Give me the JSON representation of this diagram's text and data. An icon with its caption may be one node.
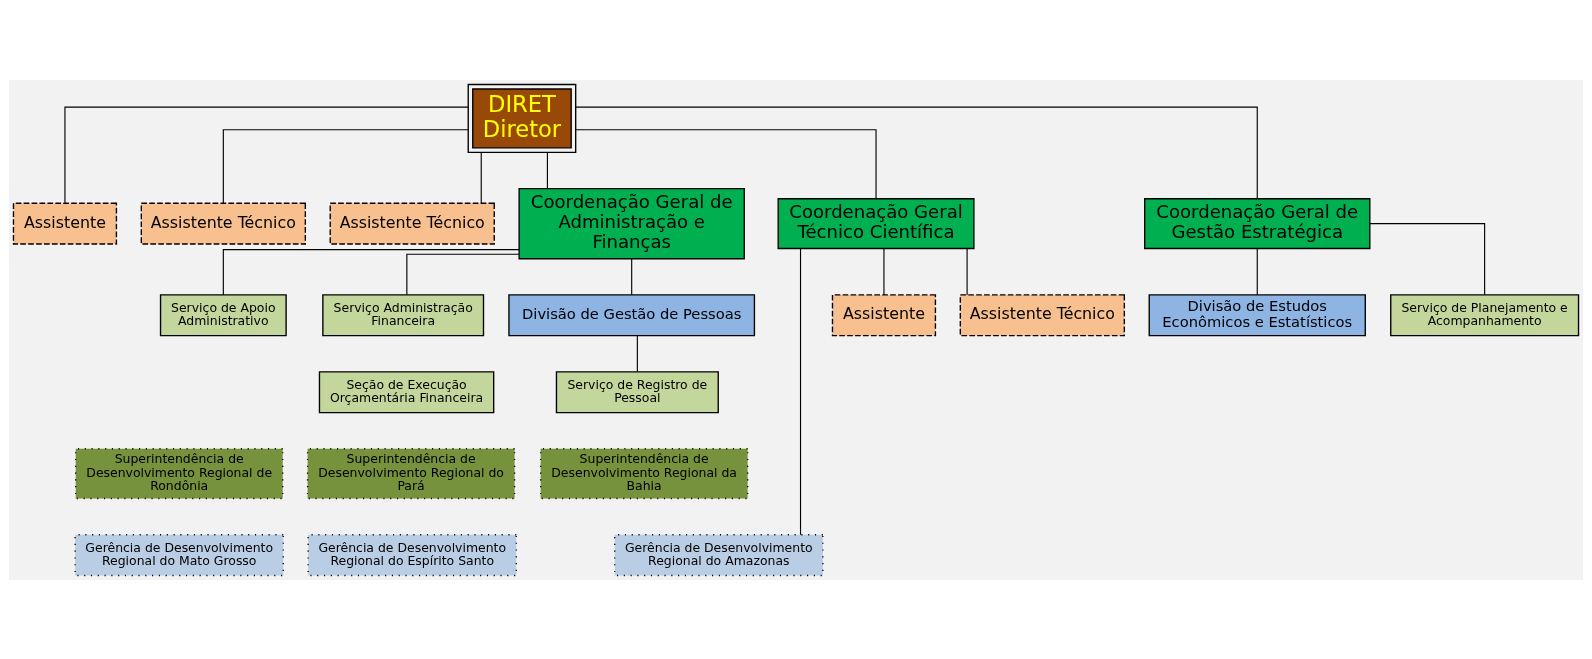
{
  "diagram": {
    "nodes": [
      {
        "text": [
          "DIRET",
          "Diretor"
        ]
      },
      {
        "text": [
          "Assistente"
        ]
      },
      {
        "text": [
          "Assistente Técnico"
        ]
      },
      {
        "text": [
          "Assistente Técnico"
        ]
      },
      {
        "text": [
          "Coordenação Geral de Administração e Finanças"
        ]
      },
      {
        "text": [
          "Coordenação Geral Técnico Científica"
        ]
      },
      {
        "text": [
          "Coordenação Geral de Gestão Estratégica"
        ]
      },
      {
        "text": [
          "Assistente"
        ]
      },
      {
        "text": [
          "Assistente Técnico"
        ]
      },
      {
        "text": [
          "Divisão de Gestão de Pessoas"
        ]
      },
      {
        "text": [
          "Serviço de Registro de Pessoal"
        ]
      },
      {
        "text": [
          "Serviço Administração Financeira"
        ]
      },
      {
        "text": [
          "Seção de Execução Orçamentária Financeira"
        ]
      },
      {
        "text": [
          "Serviço de Apoio Administrativo"
        ]
      },
      {
        "text": [
          "Divisão de Estudos Econômicos e Estatísticos"
        ]
      },
      {
        "text": [
          "Serviço de Planejamento e Acompanhamento"
        ]
      },
      {
        "text": [
          "Superintendência de Desenvolvimento Regional da Bahia"
        ]
      },
      {
        "text": [
          "Superintendência de Desenvolvimento Regional do Pará"
        ]
      },
      {
        "text": [
          "Superintendência de Desenvolvimento Regional de Rondônia"
        ]
      },
      {
        "text": [
          "Gerência de Desenvolvimento Regional do Amazonas"
        ]
      },
      {
        "text": [
          "Gerência de Desenvolvimento Regional do Espírito Santo"
        ]
      },
      {
        "text": [
          "Gerência de Desenvolvimento Regional do Mato Grosso"
        ]
      }
    ],
    "edges": [
      {
        "from": 0,
        "to": 1,
        "arrow": "none"
      },
      {
        "from": 0,
        "to": 2,
        "arrow": "none"
      },
      {
        "from": 0,
        "to": 3,
        "arrow": "none"
      },
      {
        "from": 0,
        "to": 4,
        "arrow": "none"
      },
      {
        "from": 0,
        "to": 5,
        "arrow": "none"
      },
      {
        "from": 0,
        "to": 6,
        "arrow": "none"
      },
      {
        "from": 5,
        "to": 7,
        "arrow": "none"
      },
      {
        "from": 5,
        "to": 8,
        "arrow": "none"
      },
      {
        "from": 4,
        "to": 9,
        "arrow": "none"
      },
      {
        "from": 4,
        "to": 11,
        "arrow": "none"
      },
      {
        "from": 4,
        "to": 13,
        "arrow": "none"
      },
      {
        "from": 9,
        "to": 10,
        "arrow": "none"
      },
      {
        "from": 6,
        "to": 14,
        "arrow": "none"
      },
      {
        "from": 6,
        "to": 15,
        "arrow": "none"
      },
      {
        "from": 5,
        "to": 19,
        "arrow": "none"
      }
    ]
  }
}
